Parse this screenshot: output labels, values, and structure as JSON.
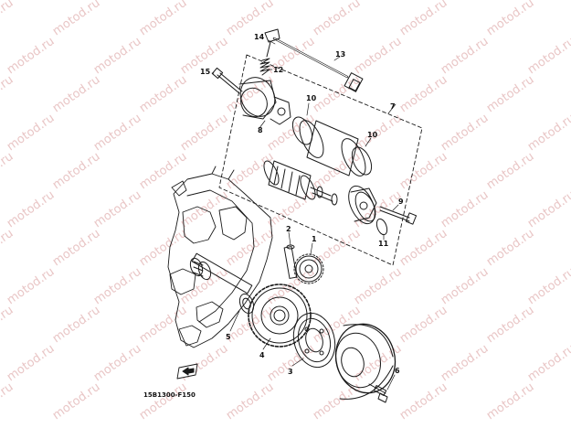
{
  "diagram": {
    "watermark": "motod.ru",
    "figure_code": "15B1300-F150",
    "callouts": {
      "p1": "1",
      "p2": "2",
      "p3": "3",
      "p4": "4",
      "p5": "5",
      "p6": "6",
      "p7": "7",
      "p8": "8",
      "p9": "9",
      "p10a": "10",
      "p10b": "10",
      "p11": "11",
      "p12": "12",
      "p13": "13",
      "p14": "14",
      "p15": "15"
    },
    "line_color": "#1a1a1a",
    "watermark_color": "#e9c6c6"
  }
}
